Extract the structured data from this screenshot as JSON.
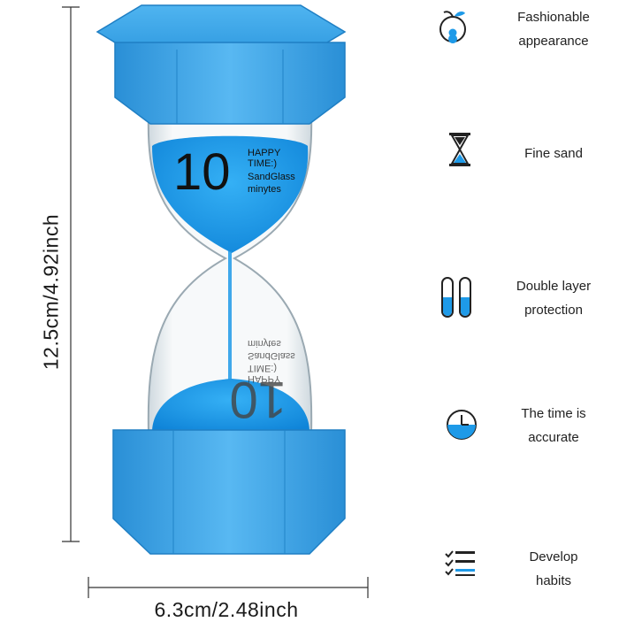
{
  "dimensions": {
    "height_label": "12.5cm/4.92inch",
    "width_label": "6.3cm/2.48inch"
  },
  "hourglass": {
    "number": "10",
    "lines": [
      "HAPPY",
      "TIME:)",
      "SandGlass",
      "minytes"
    ],
    "sand_color": "#1e9ae8",
    "cap_color": "#3aa6ea"
  },
  "features": [
    {
      "icon": "apple-icon",
      "line1": "Fashionable",
      "line2": "appearance"
    },
    {
      "icon": "hourglass-icon",
      "line1": "Fine sand",
      "line2": ""
    },
    {
      "icon": "double-tube-icon",
      "line1": "Double layer",
      "line2": "protection"
    },
    {
      "icon": "clock-icon",
      "line1": "The time is",
      "line2": "accurate"
    },
    {
      "icon": "checklist-icon",
      "line1": "Develop",
      "line2": "habits"
    }
  ],
  "accent_color": "#1e9ae8"
}
